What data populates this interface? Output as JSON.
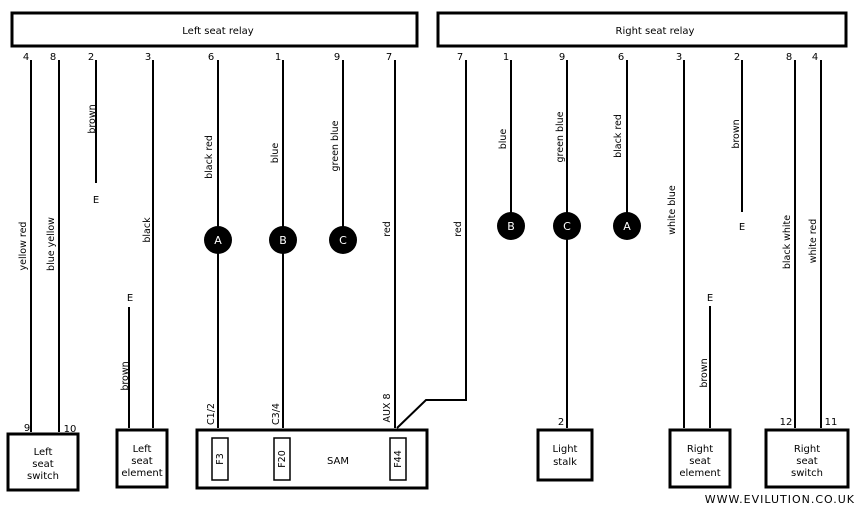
{
  "relays": {
    "left": {
      "title": "Left seat relay"
    },
    "right": {
      "title": "Right seat relay"
    }
  },
  "left_pins": [
    "4",
    "8",
    "2",
    "3",
    "6",
    "1",
    "9",
    "7"
  ],
  "right_pins": [
    "7",
    "1",
    "9",
    "6",
    "3",
    "2",
    "8",
    "4"
  ],
  "wires": {
    "yellow_red": "yellow red",
    "blue_yellow": "blue yellow",
    "brown": "brown",
    "black": "black",
    "black_red": "black red",
    "blue": "blue",
    "green_blue": "green blue",
    "red": "red",
    "white_blue": "white blue",
    "black_white": "black white",
    "white_red": "white red"
  },
  "markers": {
    "a": "A",
    "b": "B",
    "c": "C"
  },
  "earth": "E",
  "components": {
    "left_seat_switch": {
      "line1": "Left",
      "line2": "seat",
      "line3": "switch",
      "pin_a": "9",
      "pin_b": "10"
    },
    "left_seat_element": {
      "line1": "Left",
      "line2": "seat",
      "line3": "element"
    },
    "sam": {
      "title": "SAM",
      "fuses": [
        "F3",
        "F20",
        "F44"
      ],
      "connectors": [
        "C1/2",
        "C3/4",
        "AUX 8"
      ]
    },
    "light_stalk": {
      "line1": "Light",
      "line2": "stalk",
      "pin": "2"
    },
    "right_seat_element": {
      "line1": "Right",
      "line2": "seat",
      "line3": "element"
    },
    "right_seat_switch": {
      "line1": "Right",
      "line2": "seat",
      "line3": "switch",
      "pin_a": "12",
      "pin_b": "11"
    }
  },
  "footer": "WWW.EVILUTION.CO.UK"
}
